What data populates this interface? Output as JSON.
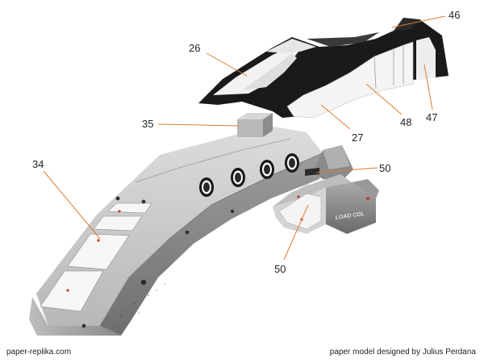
{
  "callouts": [
    {
      "id": "46",
      "label": "46"
    },
    {
      "id": "26",
      "label": "26"
    },
    {
      "id": "47",
      "label": "47"
    },
    {
      "id": "48",
      "label": "48"
    },
    {
      "id": "27",
      "label": "27"
    },
    {
      "id": "35",
      "label": "35"
    },
    {
      "id": "34",
      "label": "34"
    },
    {
      "id": "50a",
      "label": "50"
    },
    {
      "id": "50b",
      "label": "50"
    }
  ],
  "decals": {
    "pod_text": "LOAD   CDL"
  },
  "footer": {
    "source": "paper-replika.com",
    "credit": "paper model designed by Julius Perdana"
  },
  "colors": {
    "leader_line": "#e07a2e",
    "hull": "#9a9a9a",
    "canopy_frame": "#1a1a1a"
  }
}
